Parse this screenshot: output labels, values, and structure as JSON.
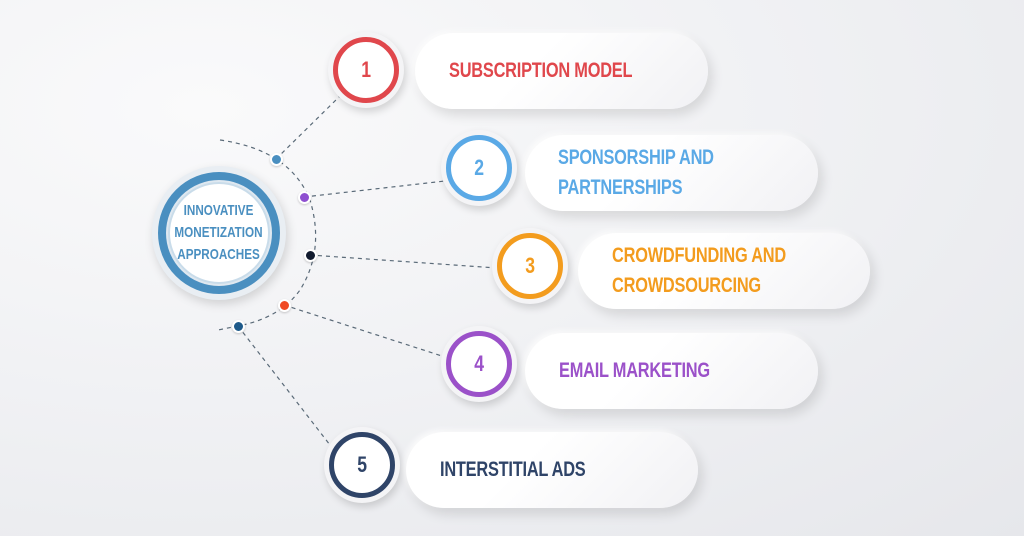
{
  "center": {
    "lines": [
      "INNOVATIVE",
      "MONETIZATION",
      "APPROACHES"
    ],
    "color": "#4a8fc0"
  },
  "items": [
    {
      "number": "1",
      "lines": [
        "SUBSCRIPTION MODEL"
      ],
      "color": "#e0474c"
    },
    {
      "number": "2",
      "lines": [
        "SPONSORSHIP AND",
        "PARTNERSHIPS"
      ],
      "color": "#5aa9e6"
    },
    {
      "number": "3",
      "lines": [
        "CROWDFUNDING AND",
        "CROWDSOURCING"
      ],
      "color": "#f39c1e"
    },
    {
      "number": "4",
      "lines": [
        "EMAIL MARKETING"
      ],
      "color": "#9b51c9"
    },
    {
      "number": "5",
      "lines": [
        "INTERSTITIAL ADS"
      ],
      "color": "#2f4468"
    }
  ],
  "dot_colors": [
    "#4a8fc0",
    "#8e4fd0",
    "#111a2e",
    "#f04a24",
    "#1e5a8a"
  ]
}
